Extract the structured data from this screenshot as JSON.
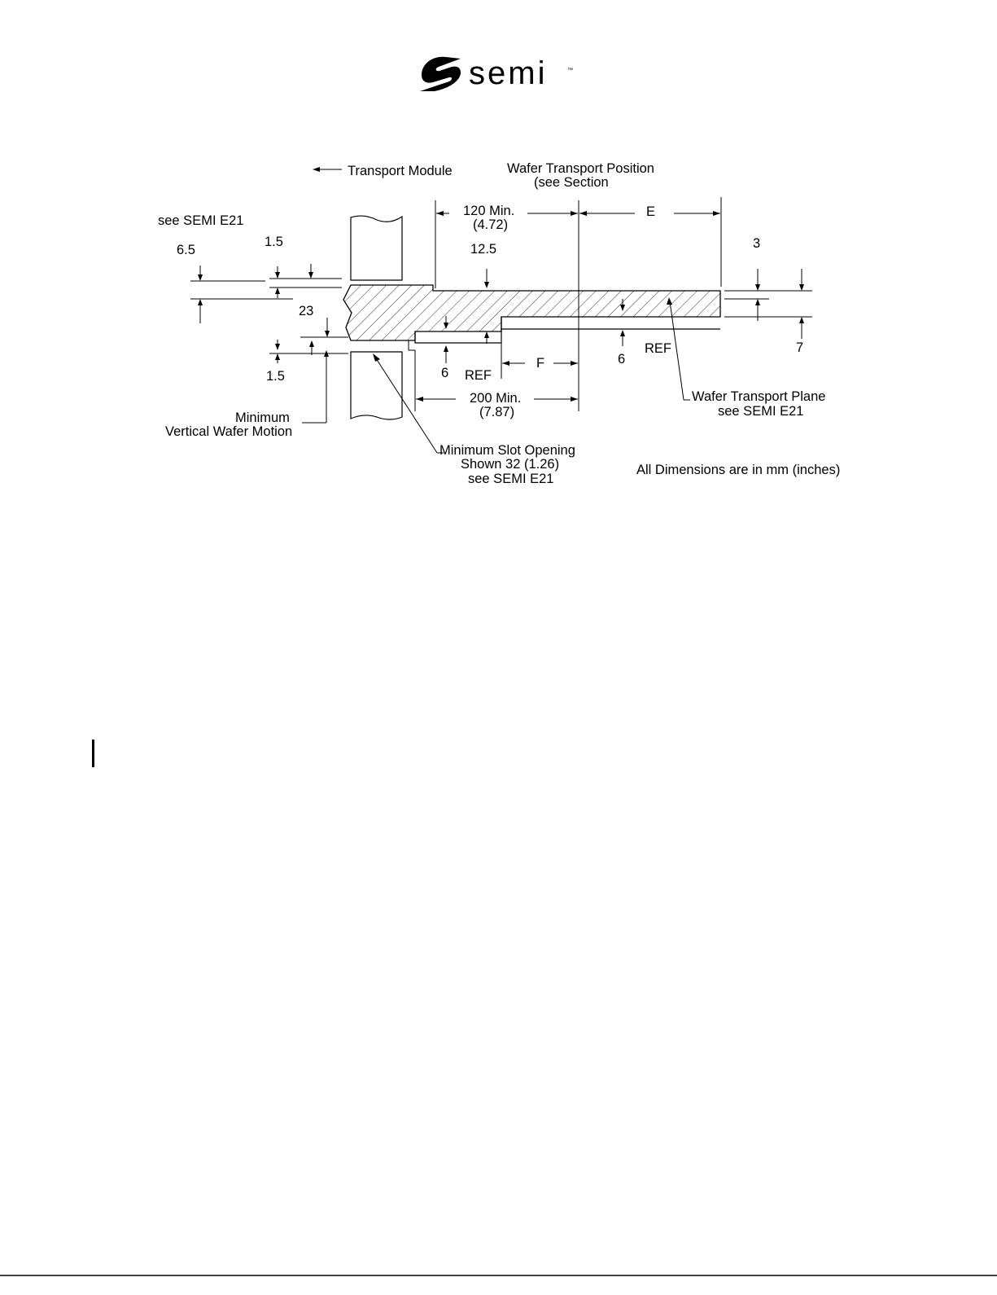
{
  "logo": {
    "brand": "semi",
    "trademark": "™"
  },
  "labels": {
    "transport_module": "Transport Module",
    "wafer_transport_position_l1": "Wafer Transport Position",
    "wafer_transport_position_l2": "(see Section",
    "see_semi_e21_top": "see SEMI E21",
    "dim_120": "120 Min.",
    "dim_120_in": "(4.72)",
    "dim_e": "E",
    "dim_12_5": "12.5",
    "dim_6_5": "6.5",
    "dim_1_5_top": "1.5",
    "dim_3": "3",
    "dim_23": "23",
    "dim_1_5_bottom": "1.5",
    "dim_6_left": "6",
    "ref_left": "REF",
    "dim_f": "F",
    "dim_6_right": "6",
    "ref_right": "REF",
    "dim_7": "7",
    "dim_200": "200 Min.",
    "dim_200_in": "(7.87)",
    "min_vertical_l1": "Minimum",
    "min_vertical_l2": "Vertical Wafer Motion",
    "wafer_plane_l1": "Wafer Transport Plane",
    "wafer_plane_l2": "see SEMI E21",
    "slot_l1": "Minimum Slot Opening",
    "slot_l2": "Shown 32 (1.26)",
    "slot_l3": "see SEMI E21",
    "all_dims": "All Dimensions are in mm (inches)"
  }
}
